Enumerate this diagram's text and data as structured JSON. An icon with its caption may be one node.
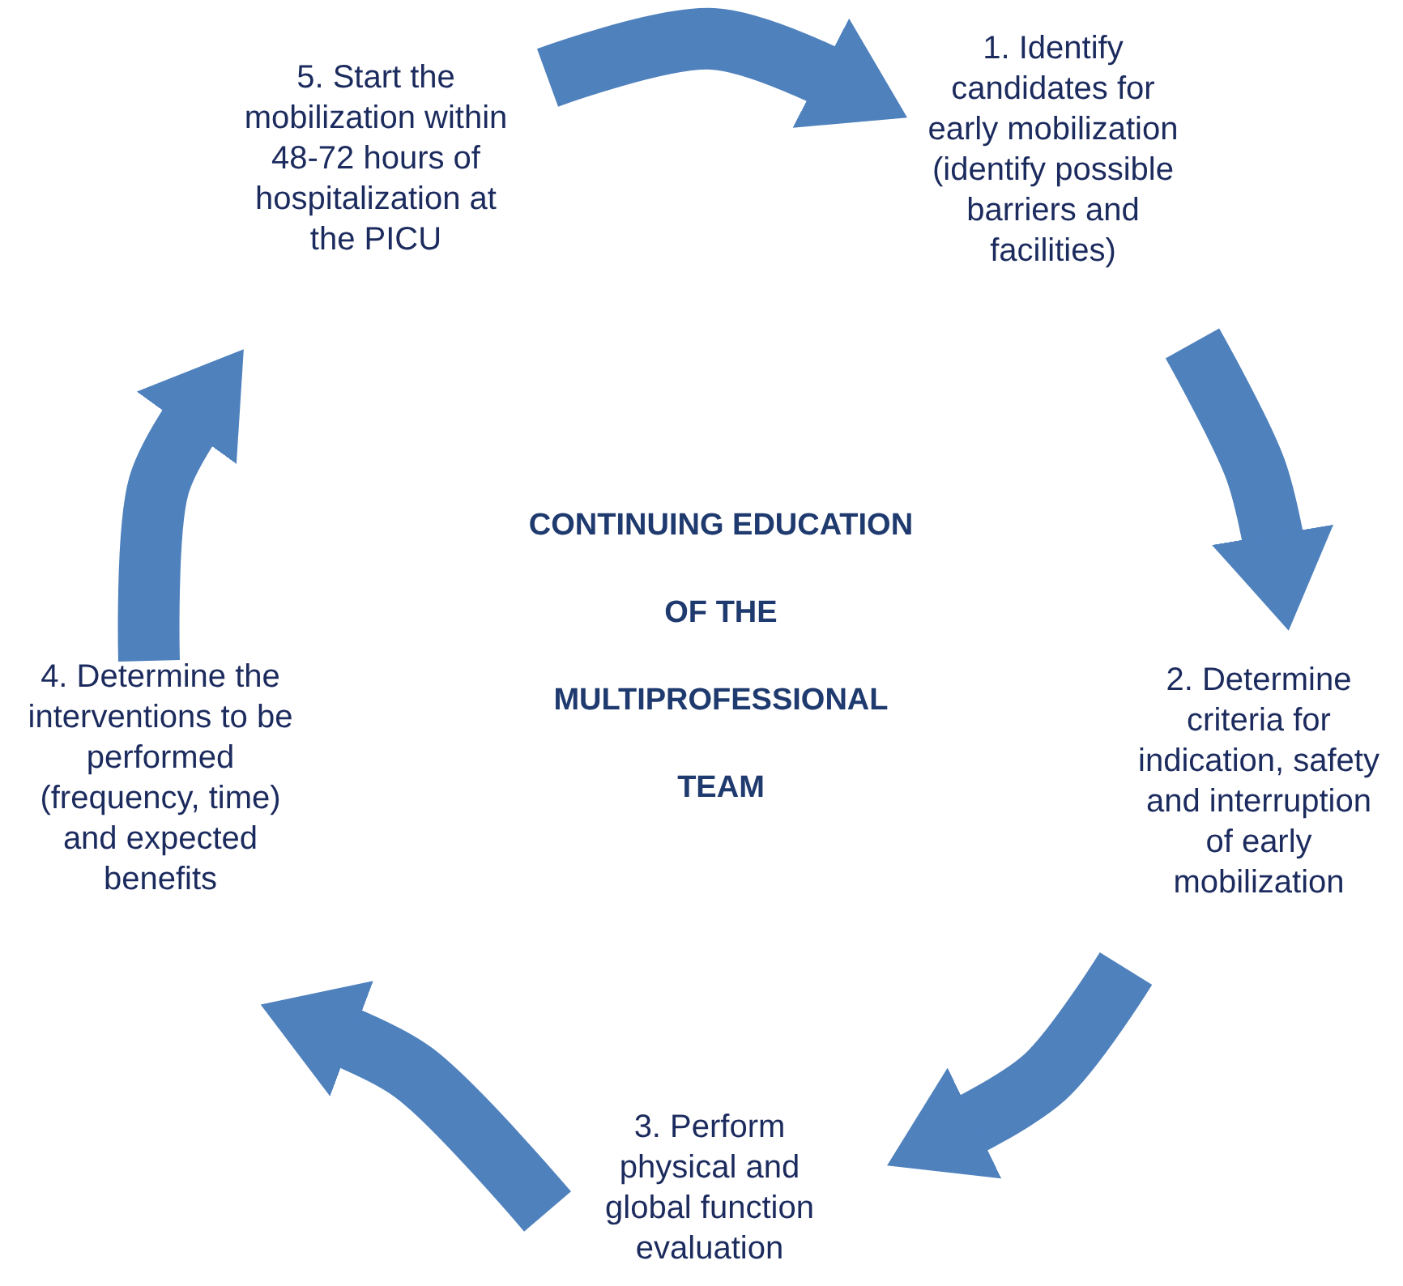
{
  "diagram": {
    "title": "CONTINUING EDUCATION OF THE MULTIPROFESSIONAL TEAM",
    "nodes": [
      {
        "text": [
          "1. Identify candidates for early mobilization (identify possible barriers and facilities)"
        ]
      },
      {
        "text": [
          "2. Determine criteria for indication, safety and interruption of early mobilization"
        ]
      },
      {
        "text": [
          "3. Perform physical and global function evaluation"
        ]
      },
      {
        "text": [
          "4. Determine the interventions to be performed (frequency, time) and expected benefits"
        ]
      },
      {
        "text": [
          "5. Start the mobilization within 48-72 hours of hospitalization at the PICU"
        ]
      }
    ],
    "edges": [
      {
        "from": 4,
        "to": 0,
        "arrow": "to"
      },
      {
        "from": 0,
        "to": 1,
        "arrow": "to"
      },
      {
        "from": 1,
        "to": 2,
        "arrow": "to"
      },
      {
        "from": 2,
        "to": 3,
        "arrow": "to"
      },
      {
        "from": 3,
        "to": 4,
        "arrow": "to"
      }
    ]
  }
}
